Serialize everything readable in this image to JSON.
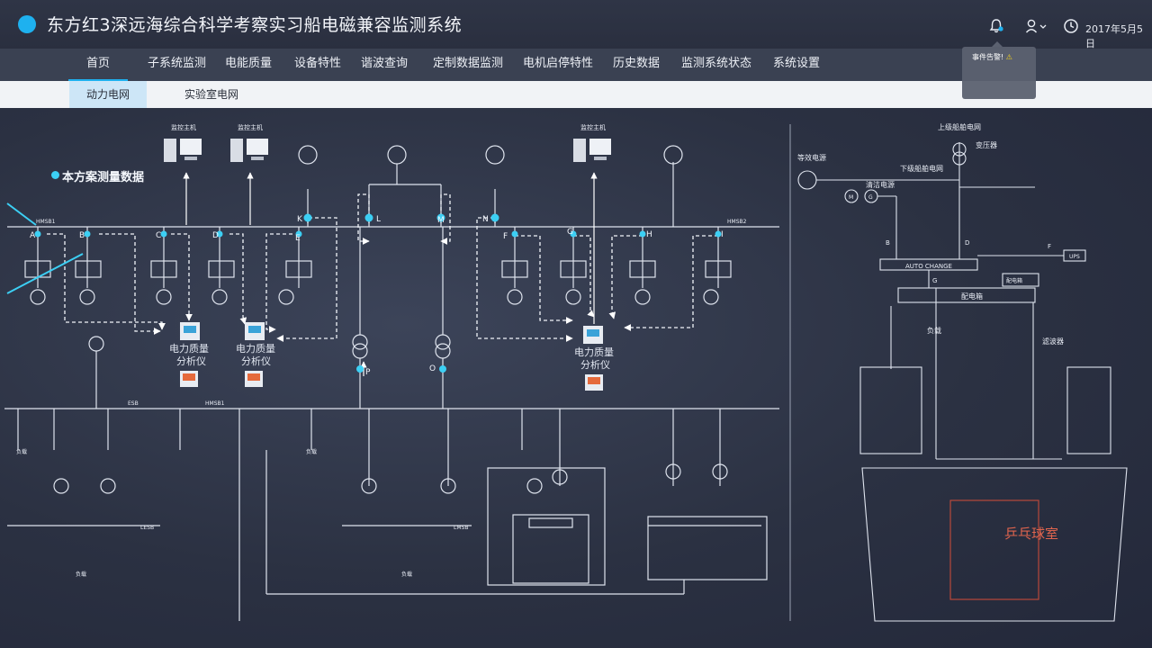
{
  "app": {
    "title": "东方红3深远海综合科学考察实习船电磁兼容监测系统",
    "date": "2017年5月5日",
    "accent": "#1eb1ef"
  },
  "nav": {
    "items": [
      {
        "label": "首页",
        "active": true
      },
      {
        "label": "子系统监测"
      },
      {
        "label": "电能质量"
      },
      {
        "label": "设备特性"
      },
      {
        "label": "谐波查询"
      },
      {
        "label": "定制数据监测"
      },
      {
        "label": "电机启停特性"
      },
      {
        "label": "历史数据"
      },
      {
        "label": "监测系统状态"
      },
      {
        "label": "系统设置"
      }
    ]
  },
  "subnav": {
    "items": [
      {
        "label": "动力电网",
        "active": true
      },
      {
        "label": "实验室电网"
      }
    ]
  },
  "alert": {
    "text": "事件告警!",
    "icon": "warning-icon"
  },
  "diagram": {
    "legend": "本方案测量数据",
    "meter_label_1": "电力质量",
    "meter_label_2": "分析仪",
    "monitor_label": "监控主机",
    "nodes": [
      "A",
      "B",
      "C",
      "D",
      "E",
      "K",
      "L",
      "M",
      "N",
      "F",
      "G",
      "H",
      "I",
      "P",
      "O"
    ],
    "bus_labels": {
      "hmsb1": "HMSB1",
      "hmsb2": "HMSB2",
      "esb": "ESB",
      "hmsb1_low": "HMSB1",
      "lsb": "LESB",
      "lhsb": "LMSB"
    },
    "load_label": "负载",
    "right": {
      "upper_grid": "上级船舶电网",
      "equiv_source": "等效电源",
      "lower_grid": "下级船舶电网",
      "clean_source": "清洁电源",
      "transformer": "变压器",
      "auto_change": "AUTO CHANGE",
      "distribution": "配电箱",
      "distribution2": "配电箱",
      "ups": "UPS",
      "filter": "滤波器",
      "load": "负载",
      "room": "乒乓球室",
      "node_b": "B",
      "node_d": "D",
      "node_f": "F",
      "node_g": "G",
      "node_m": "M",
      "node_g2": "G"
    }
  }
}
